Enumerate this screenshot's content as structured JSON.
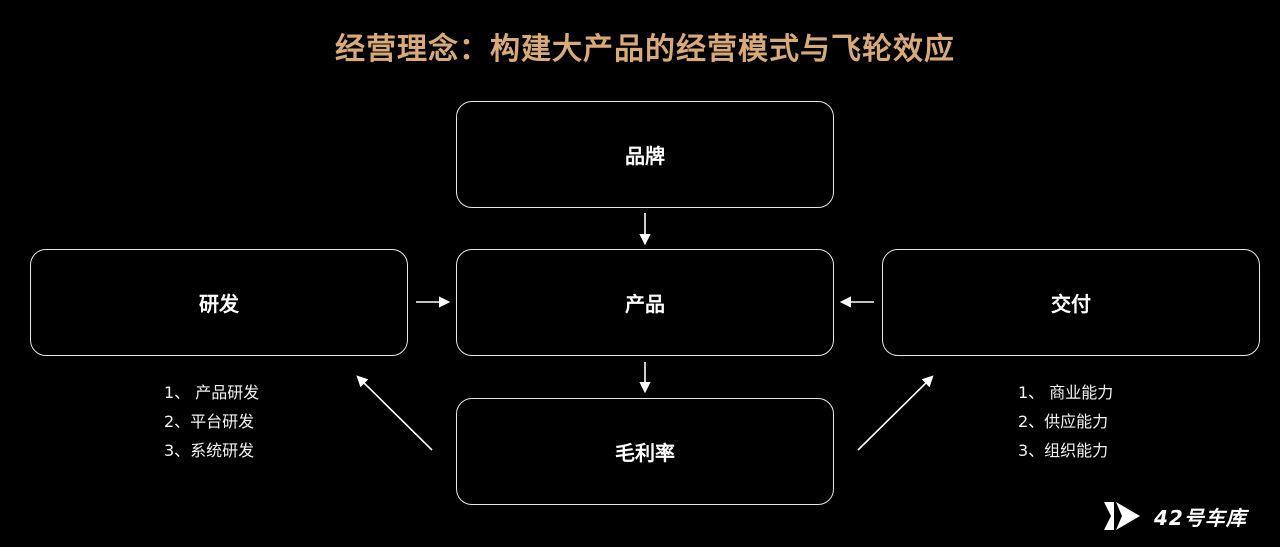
{
  "title": "经营理念：构建大产品的经营模式与飞轮效应",
  "nodes": {
    "brand": "品牌",
    "product": "产品",
    "margin": "毛利率",
    "rd": "研发",
    "delivery": "交付"
  },
  "rd_items": [
    "1、 产品研发",
    "2、平台研发",
    "3、系统研发"
  ],
  "delivery_items": [
    "1、 商业能力",
    "2、供应能力",
    "3、组织能力"
  ],
  "logo": {
    "text": "42号车库",
    "icon": "play-logo-icon"
  },
  "colors": {
    "background": "#000000",
    "title": "#d9a978",
    "box_border": "#e6e6e6",
    "text": "#ffffff"
  }
}
